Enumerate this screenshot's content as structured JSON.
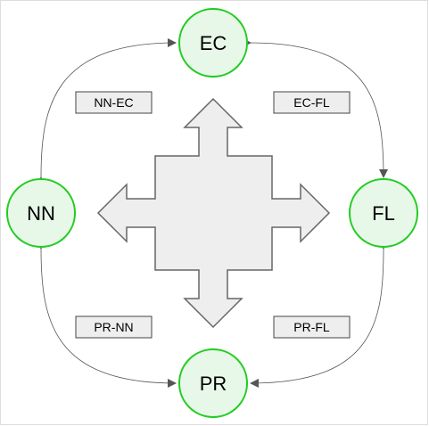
{
  "diagram": {
    "nodes": [
      {
        "id": "ec",
        "label": "EC"
      },
      {
        "id": "nn",
        "label": "NN"
      },
      {
        "id": "fl",
        "label": "FL"
      },
      {
        "id": "pr",
        "label": "PR"
      }
    ],
    "edge_labels": [
      {
        "id": "nn-ec",
        "label": "NN-EC"
      },
      {
        "id": "ec-fl",
        "label": "EC-FL"
      },
      {
        "id": "pr-nn",
        "label": "PR-NN"
      },
      {
        "id": "pr-fl",
        "label": "PR-FL"
      }
    ],
    "colors": {
      "node_fill": "#e8f8e8",
      "node_stroke": "#22cc22",
      "label_box_fill": "#eeeeee",
      "label_box_stroke": "#444444",
      "center_shape_fill": "#eeeeee",
      "center_shape_stroke": "#666666",
      "connector": "#555555"
    }
  }
}
